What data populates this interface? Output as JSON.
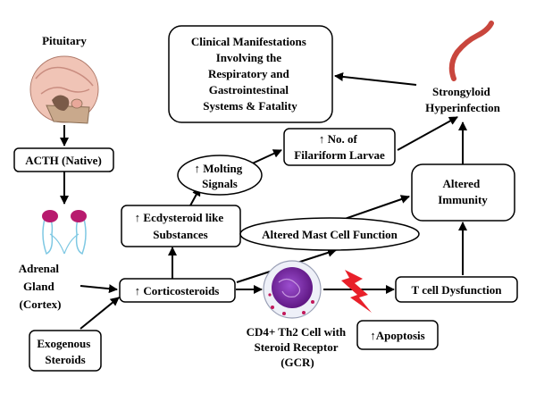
{
  "nodes": {
    "pituitary": "Pituitary",
    "acth": "ACTH (Native)",
    "adrenal": [
      "Adrenal",
      "Gland",
      "(Cortex)"
    ],
    "exogenous": [
      "Exogenous",
      "Steroids"
    ],
    "corticosteroids": "↑ Corticosteroids",
    "ecdysteroid": [
      "↑ Ecdysteroid like",
      "Substances"
    ],
    "molting": [
      "↑ Molting",
      "Signals"
    ],
    "larvae": [
      "↑ No. of",
      "Filariform Larvae"
    ],
    "clinical": [
      "Clinical Manifestations",
      "Involving the",
      "Respiratory and",
      "Gastrointestinal",
      "Systems & Fatality"
    ],
    "strongyloid": [
      "Strongyloid",
      "Hyperinfection"
    ],
    "mast_cell": "Altered Mast Cell Function",
    "altered_immunity": [
      "Altered",
      "Immunity"
    ],
    "cd4": [
      "CD4+ Th2 Cell with",
      "Steroid Receptor",
      "(GCR)"
    ],
    "tcell": "T cell Dysfunction",
    "apoptosis": "↑Apoptosis"
  },
  "icons": [
    "pituitary-brain-icon",
    "adrenal-kidney-icon",
    "cd4-cell-icon",
    "lightning-bolt-icon",
    "strongyloid-worm-icon"
  ],
  "colors": {
    "arrow": "#000000",
    "box_border": "#000000",
    "cell_body": "#7b1fa2",
    "adrenal": "#b81a6e",
    "kidney_outline": "#7ec8e3",
    "lightning": "#e8202a",
    "worm": "#c9463d",
    "brain": "#f0c4b6",
    "bone": "#c9a98c"
  }
}
